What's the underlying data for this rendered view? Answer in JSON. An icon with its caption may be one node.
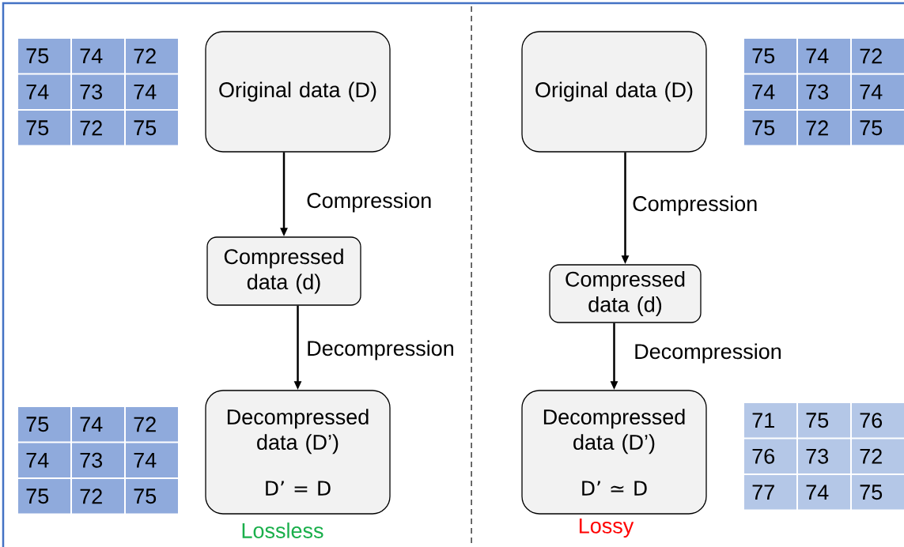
{
  "diagram": {
    "nodes": [
      {
        "text": [
          "Original data (D)"
        ]
      },
      {
        "text": [
          "Compressed data (d)"
        ]
      },
      {
        "text": [
          "Decompressed data (D’)",
          "D’ = D"
        ],
        "beside": [
          "Lossless"
        ]
      },
      {
        "text": [
          "Original data (D)"
        ]
      },
      {
        "text": [
          "Compressed data (d)"
        ]
      },
      {
        "text": [
          "Decompressed data (D’)",
          "D’ ≃ D"
        ],
        "beside": [
          "Lossy"
        ]
      }
    ],
    "edges": [
      {
        "from": 0,
        "to": 1,
        "arrow": "to",
        "label": "Compression"
      },
      {
        "from": 1,
        "to": 2,
        "arrow": "to",
        "label": "Decompression"
      },
      {
        "from": 3,
        "to": 4,
        "arrow": "to",
        "label": "Compression"
      },
      {
        "from": 4,
        "to": 5,
        "arrow": "to",
        "label": "Decompression"
      }
    ],
    "labels": [
      "75",
      "74",
      "72",
      "74",
      "73",
      "74",
      "75",
      "72",
      "75",
      "75",
      "74",
      "72",
      "74",
      "73",
      "74",
      "75",
      "72",
      "75",
      "75",
      "74",
      "72",
      "74",
      "73",
      "74",
      "75",
      "72",
      "75",
      "71",
      "75",
      "76",
      "76",
      "73",
      "72",
      "77",
      "74",
      "75"
    ]
  }
}
